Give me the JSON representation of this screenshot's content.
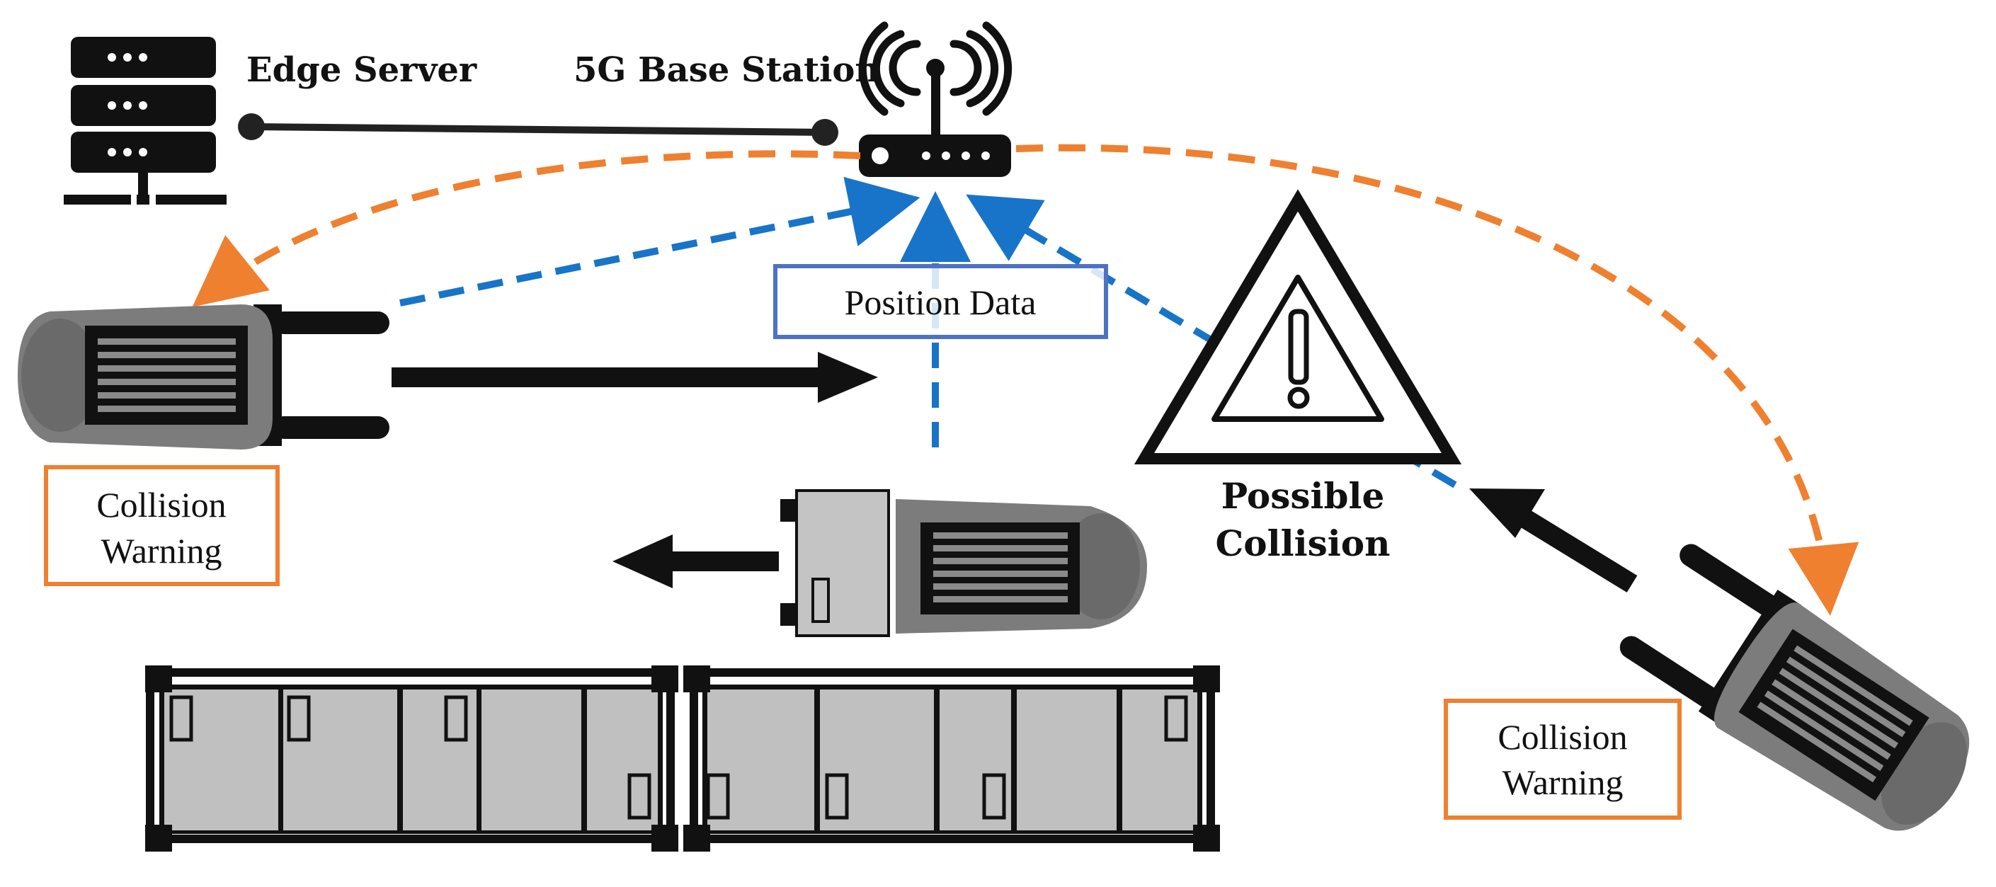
{
  "labels": {
    "edge_server": "Edge Server",
    "base_station": "5G Base Station",
    "position_data": "Position Data",
    "possible_collision_line1": "Possible",
    "possible_collision_line2": "Collision",
    "collision_warning_line1": "Collision",
    "collision_warning_line2": "Warning"
  },
  "colors": {
    "uplink_blue": "#1874c8",
    "downlink_orange": "#ee8030",
    "warning_box_border": "#ee8030",
    "position_box_border": "#4d72c4",
    "rack_fill": "#c0c0c0",
    "forklift_body": "#7c7c7c",
    "ink": "#111111"
  },
  "icons": {
    "server": "server-rack-icon",
    "base_station": "wireless-router-icon",
    "warning": "warning-triangle-icon",
    "forklift": "forklift-topview-icon",
    "rack": "warehouse-shelf-icon"
  }
}
